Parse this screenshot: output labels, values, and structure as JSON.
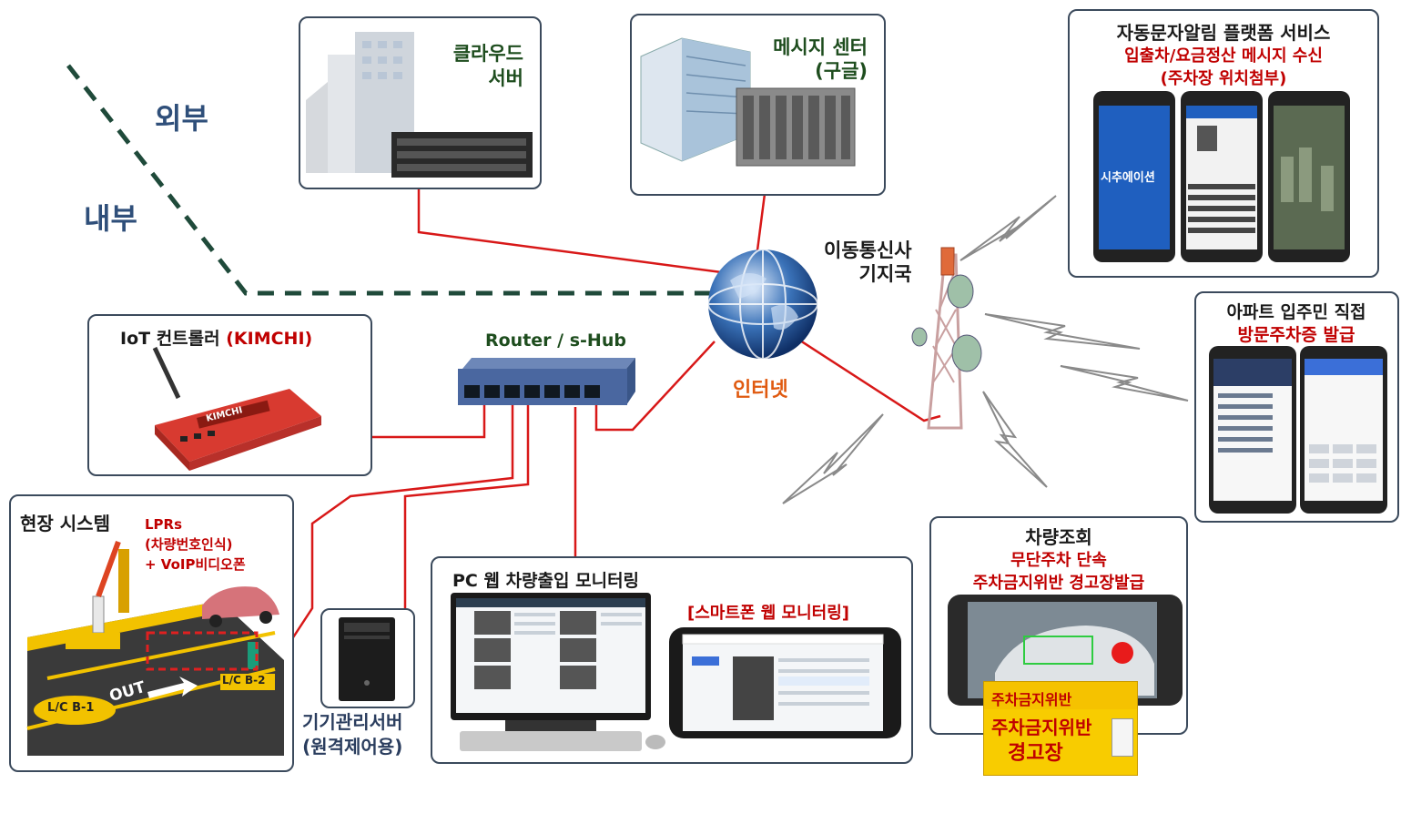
{
  "zones": {
    "outside": "외부",
    "inside": "내부"
  },
  "cloud_server": {
    "line1": "클라우드",
    "line2": "서버"
  },
  "message_center": {
    "line1": "메시지 센터",
    "line2": "(구글)"
  },
  "sms_service": {
    "title": "자동문자알림 플랫폼 서비스",
    "sub1": "입출차/요금정산 메시지 수신",
    "sub2": "(주차장 위치첨부)",
    "phone_app_text": "시추에이션"
  },
  "carrier": {
    "line1": "이동통신사",
    "line2": "기지국"
  },
  "internet": {
    "label": "인터넷"
  },
  "router": {
    "label": "Router / s-Hub"
  },
  "iot": {
    "title": "IoT 컨트롤러 ",
    "title_red": "(KIMCHI)",
    "device_brand": "KIMCHI"
  },
  "resident": {
    "line1": "아파트 입주민 직접",
    "line2": "방문주차증 발급"
  },
  "field": {
    "title": "현장 시스템",
    "lpr1": "LPRs",
    "lpr2": "(차량번호인식)",
    "lpr3": "+ VoIP비디오폰",
    "out": "OUT",
    "lane1": "L/C B-1",
    "lane2": "L/C B-2"
  },
  "mgmt_server": {
    "line1": "기기관리서버",
    "line2": "(원격제어용)"
  },
  "pc_monitor": {
    "title": "PC 웹 차량출입 모니터링",
    "smart_title": "[스마트폰 웹 모니터링]"
  },
  "vehicle": {
    "title": "차량조회",
    "sub1": "무단주차 단속",
    "sub2": "주차금지위반 경고장발급",
    "ticket1": "주차금지위반",
    "ticket2": "주차금지위반",
    "ticket3": "경고장"
  },
  "colors": {
    "link_red": "#d81818",
    "border": "#3b4a5c",
    "dashed": "#1f4a3a",
    "label_red": "#c00000"
  }
}
